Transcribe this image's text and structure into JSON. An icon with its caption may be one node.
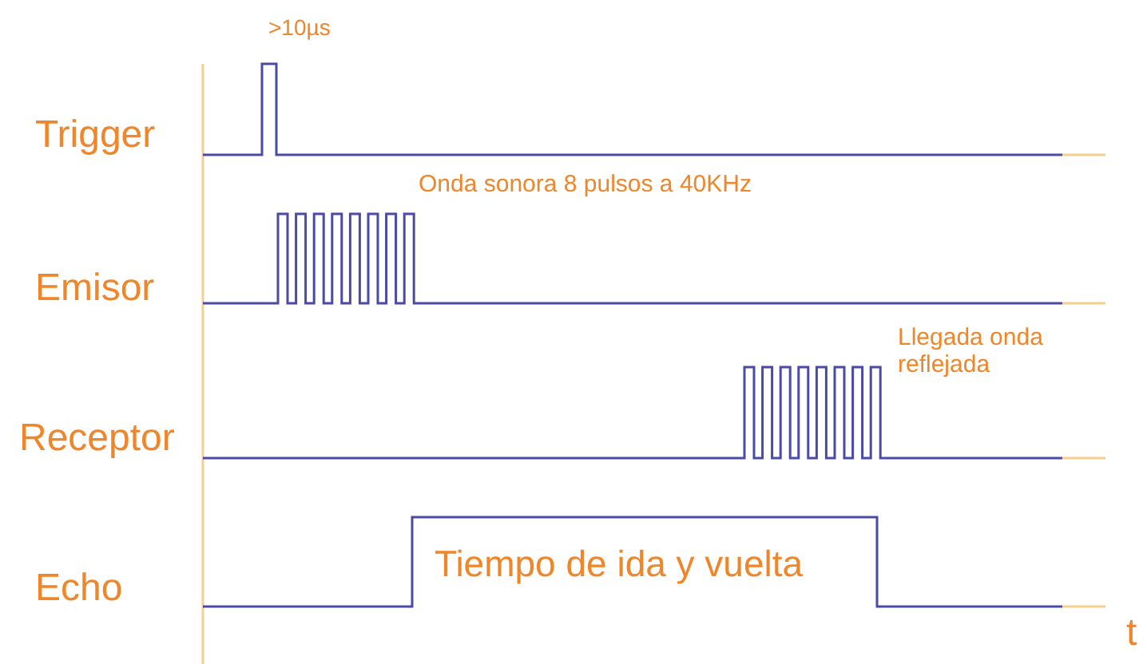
{
  "diagram": {
    "labels": [
      ">10µs",
      "Trigger",
      "Onda sonora 8 pulsos a 40KHz",
      "Emisor",
      "Llegada onda reflejada",
      "Receptor",
      "Echo",
      "Tiempo de ida y vuelta",
      "t"
    ]
  }
}
